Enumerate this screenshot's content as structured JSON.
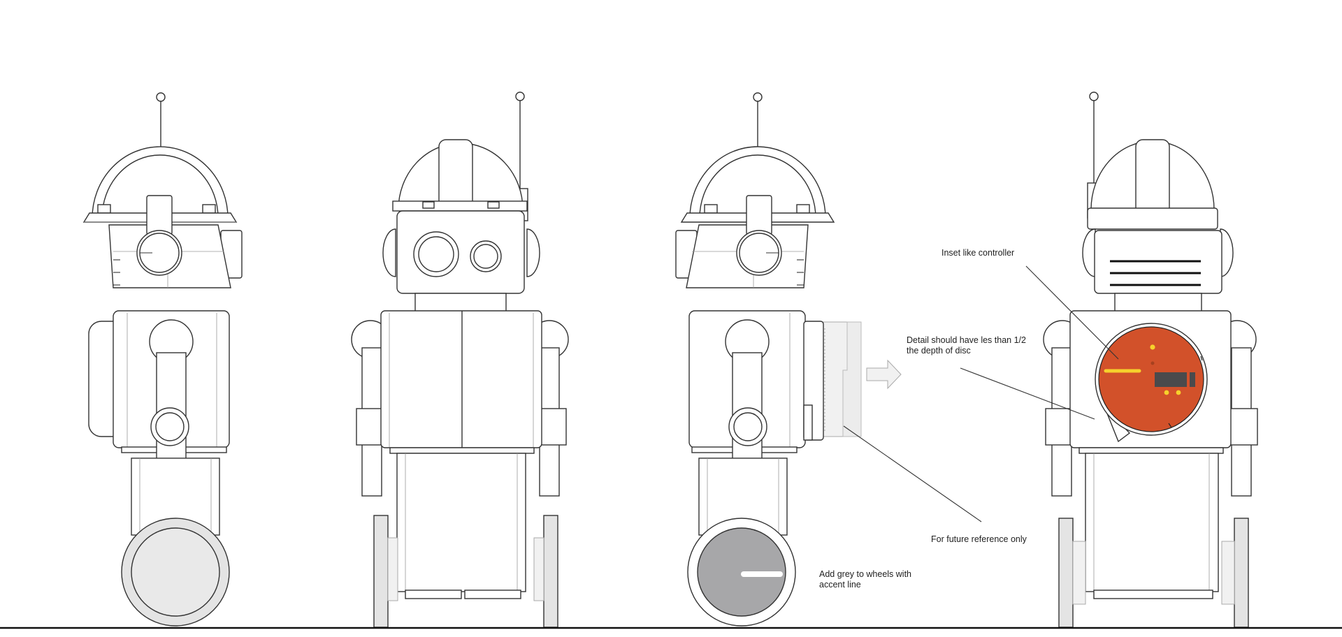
{
  "colors": {
    "line": "#333333",
    "wheel_light": "#e4e4e4",
    "wheel_dark": "#a7a7a9",
    "accent_orange": "#d2512a",
    "accent_yellow": "#f6d12c",
    "controller_dark": "#4a4a4c",
    "ground": "#111111"
  },
  "figures": [
    {
      "view": "side-left"
    },
    {
      "view": "front"
    },
    {
      "view": "side-right"
    },
    {
      "view": "back"
    }
  ],
  "annotations": {
    "inset_controller": "Inset like controller",
    "detail_depth": "Detail should have les than 1/2\nthe depth of disc",
    "future_reference": "For future reference only",
    "grey_wheels": "Add grey to wheels with\naccent line"
  }
}
